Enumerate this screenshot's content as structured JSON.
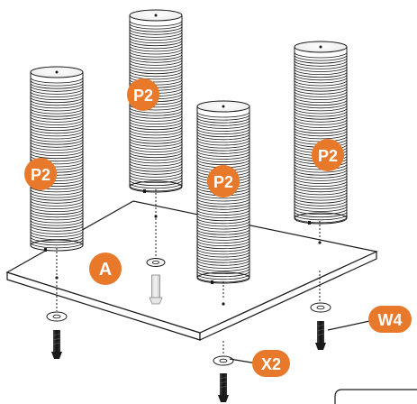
{
  "diagram": {
    "board_label": "A",
    "leg_labels": [
      "P2",
      "P2",
      "P2",
      "P2"
    ],
    "screw_label": "X2",
    "washer_label": "W4"
  },
  "colors": {
    "accent": "#e8782a",
    "line": "#1a1a1a",
    "background": "#ffffff"
  }
}
